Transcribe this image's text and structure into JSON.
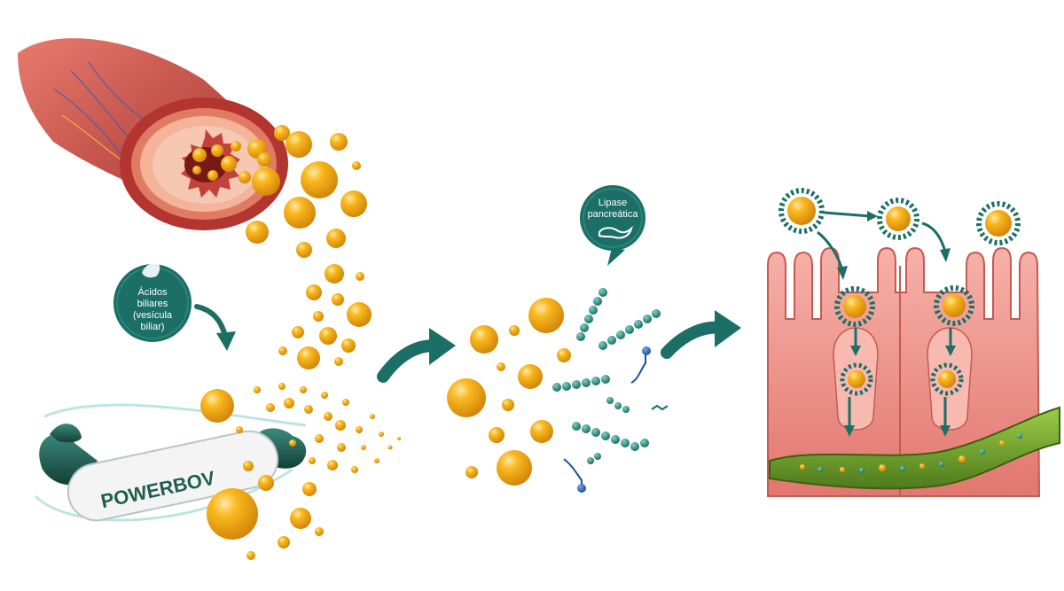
{
  "colors": {
    "fat_droplet": "#f2a516",
    "teal_accent": "#1b6f66",
    "intestine_red": "#c9463c",
    "villi_pink": "#f0968f",
    "vessel_green": "#6f9a2b",
    "capsule_white": "#f4f4f4"
  },
  "badges": {
    "bile": {
      "line1": "Ácidos",
      "line2": "biliares",
      "line3": "(vesícula",
      "line4": "biliar)",
      "icon": "gallbladder-icon"
    },
    "lipase": {
      "line1": "Lipase",
      "line2": "pancreática",
      "icon": "pancreas-icon"
    }
  },
  "capsule": {
    "label": "POWERBOV",
    "icon": "flexed-arm-icon"
  }
}
